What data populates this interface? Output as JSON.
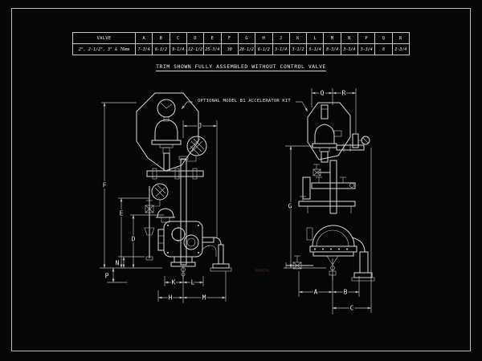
{
  "table": {
    "headers": [
      "VALVE",
      "A",
      "B",
      "C",
      "D",
      "E",
      "F",
      "G",
      "H",
      "J",
      "K",
      "L",
      "M",
      "N",
      "P",
      "Q",
      "R"
    ],
    "valve_row_label": "2\", 2-1/2\", 3\" & 76mm",
    "values": [
      "7-3/4",
      "6-1/2",
      "9-1/4",
      "12-1/2",
      "25-3/4",
      "30",
      "28-1/2",
      "6-1/2",
      "3-1/4",
      "3-1/2",
      "5-1/4",
      "8-3/4",
      "3-1/4",
      "3-3/4",
      "8",
      "2-3/4"
    ]
  },
  "title": "TRIM SHOWN FULLY ASSEMBLED WITHOUT CONTROL VALVE",
  "annotation": "OPTIONAL MODEL B1 ACCELERATOR KIT",
  "footnote": "008KPA",
  "dims": {
    "A": "A",
    "B": "B",
    "C": "C",
    "D": "D",
    "E": "E",
    "F": "F",
    "G": "G",
    "H": "H",
    "J": "J",
    "K": "K",
    "L": "L",
    "M": "M",
    "N": "N",
    "P": "P",
    "Q": "Q",
    "R": "R"
  },
  "colors": {
    "background": "#060606",
    "line": "#d9d9d9",
    "dim_line": "#b9b9b9",
    "text": "#ededed"
  }
}
